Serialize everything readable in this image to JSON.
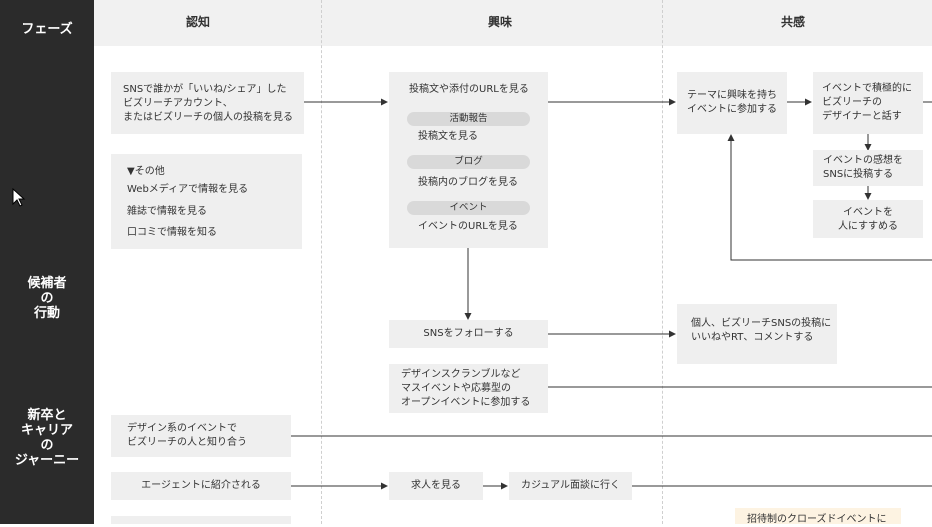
{
  "sidebar": {
    "phase_label": "フェーズ",
    "candidate_label": "候補者\nの\n行動",
    "journey_label": "新卒と\nキャリア\nの\nジャーニー"
  },
  "header": {
    "col1": "認知",
    "col2": "興味",
    "col3": "共感"
  },
  "cards": {
    "sns_like": "SNSで誰かが「いいね/シェア」した\nビズリーチアカウント、\nまたはビズリーチの個人の投稿を見る",
    "other": {
      "title": "▼その他",
      "item1": "Webメディアで情報を見る",
      "item2": "雑誌で情報を見る",
      "item3": "口コミで情報を知る"
    },
    "post_url": {
      "title": "投稿文や添付のURLを見る",
      "pill1": "活動報告",
      "sub1": "投稿文を見る",
      "pill2": "ブログ",
      "sub2": "投稿内のブログを見る",
      "pill3": "イベント",
      "sub3": "イベントのURLを見る"
    },
    "theme_event": "テーマに興味を持ち\nイベントに参加する",
    "event_talk": "イベントで積極的に\nビズリーチの\nデザイナーと話す",
    "event_post": "イベントの感想を\nSNSに投稿する",
    "recommend": "イベントを\n人にすすめる",
    "follow_sns": "SNSをフォローする",
    "like_rt": "個人、ビズリーチSNSの投稿に\nいいねやRT、コメントする",
    "design_scramble": "デザインスクランブルなど\nマスイベントや応募型の\nオープンイベントに参加する",
    "design_event": "デザイン系のイベントで\nビズリーチの人と知り合う",
    "agent": "エージェントに紹介される",
    "job_view": "求人を見る",
    "casual": "カジュアル面談に行く",
    "invite_event": "招待制のクローズドイベントに"
  },
  "colors": {
    "sidebar_bg": "#2b2b2b",
    "card_bg": "#efefef",
    "header_bg": "#f1f1f1",
    "line": "#333333"
  }
}
